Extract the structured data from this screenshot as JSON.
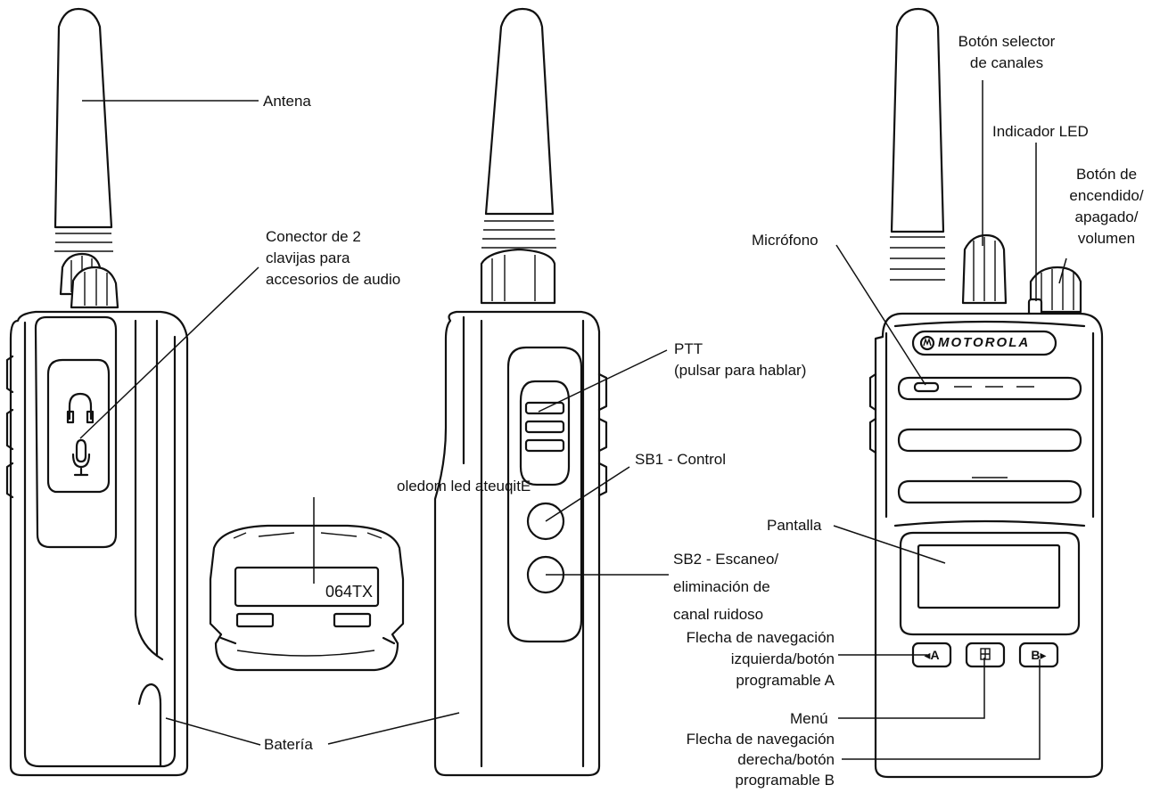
{
  "labels": {
    "antena": "Antena",
    "conector": [
      "Conector de 2",
      "clavijas para",
      "accesorios de audio"
    ],
    "bateria": "Batería",
    "etiqueta": "oledom led ateuqitE",
    "modelo": "064TX",
    "ptt": [
      "PTT",
      "(pulsar para hablar)"
    ],
    "sb1": "SB1 - Control",
    "sb2": [
      "SB2 - Escaneo/",
      "eliminación de",
      "canal ruidoso"
    ],
    "selector": [
      "Botón selector",
      "de canales"
    ],
    "led": "Indicador LED",
    "encendido": [
      "Botón de",
      "encendido/",
      "apagado/",
      "volumen"
    ],
    "microfono": "Micrófono",
    "pantalla": "Pantalla",
    "flecha_izq": [
      "Flecha de navegación",
      "izquierda/botón",
      "programable A"
    ],
    "menu": "Menú",
    "flecha_der": [
      "Flecha de navegación",
      "derecha/botón",
      "programable B"
    ]
  },
  "brand": "MOTOROLA",
  "button_marks": {
    "a": "◂A",
    "b": "B▸"
  }
}
